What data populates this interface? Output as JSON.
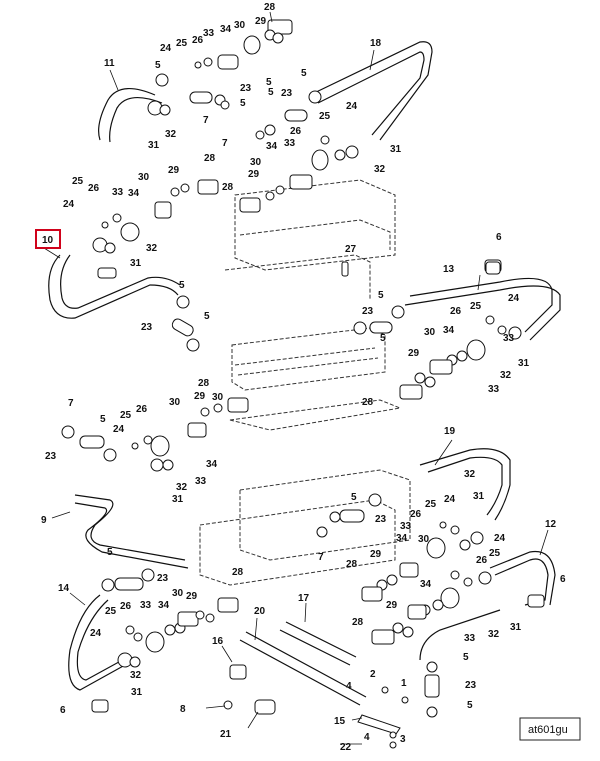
{
  "highlighted_callout": "10",
  "reference_code": "at601gu",
  "callouts": [
    "1",
    "2",
    "3",
    "4",
    "5",
    "6",
    "7",
    "8",
    "9",
    "10",
    "11",
    "12",
    "13",
    "14",
    "15",
    "16",
    "17",
    "18",
    "19",
    "20",
    "21",
    "22",
    "23",
    "24",
    "25",
    "26",
    "27",
    "28",
    "29",
    "30",
    "31",
    "32",
    "33",
    "34"
  ],
  "colors": {
    "highlight": "#d0021b",
    "line": "#111111"
  }
}
